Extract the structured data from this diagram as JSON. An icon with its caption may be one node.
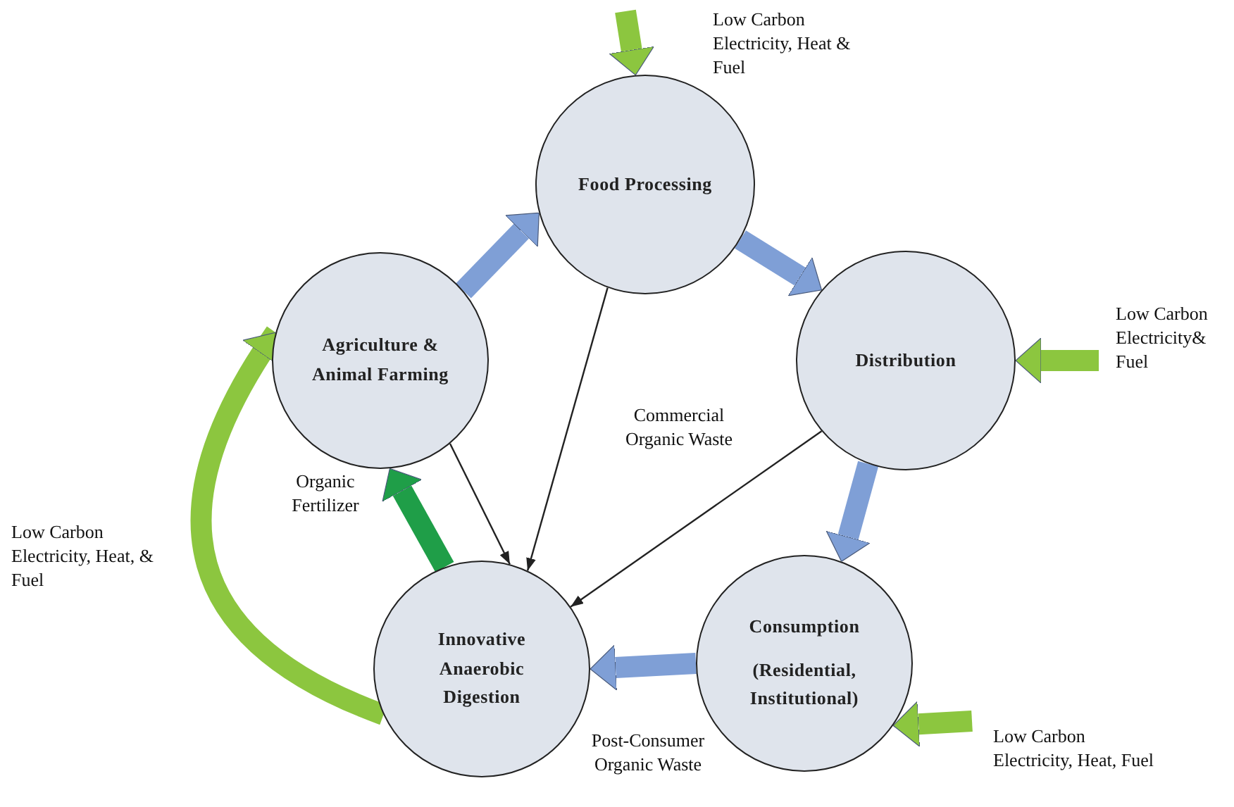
{
  "diagram": {
    "nodes": [
      {
        "text": [
          "Food Processing"
        ],
        "beside": [
          "Low Carbon Electricity, Heat & Fuel"
        ]
      },
      {
        "text": [
          "Agriculture & Animal Farming"
        ]
      },
      {
        "text": [
          "Distribution"
        ]
      },
      {
        "text": [
          "Innovative Anaerobic Digestion"
        ]
      },
      {
        "text": [
          "Consumption",
          "(Residential, Institutional)"
        ]
      }
    ],
    "edges": [
      {
        "from": 1,
        "to": 0,
        "arrow": "to",
        "color": "#7f9fd6"
      },
      {
        "from": 0,
        "to": 2,
        "arrow": "to",
        "color": "#7f9fd6"
      },
      {
        "from": 2,
        "to": 4,
        "arrow": "to",
        "color": "#7f9fd6"
      },
      {
        "from": 4,
        "to": 3,
        "arrow": "to",
        "color": "#7f9fd6"
      },
      {
        "from": 3,
        "to": 1,
        "arrow": "to",
        "color": "#1f9e48"
      },
      {
        "from": 0,
        "to": 3,
        "arrow": "to",
        "color": "#222222"
      },
      {
        "from": 1,
        "to": 3,
        "arrow": "to",
        "color": "#222222"
      },
      {
        "from": 2,
        "to": 3,
        "arrow": "to",
        "color": "#222222"
      },
      {
        "from": 3,
        "to": 1,
        "arrow": "to",
        "color": "#8cc63f"
      },
      {
        "from": null,
        "to": 0,
        "arrow": "to",
        "color": "#8cc63f"
      },
      {
        "from": null,
        "to": 2,
        "arrow": "to",
        "color": "#8cc63f"
      },
      {
        "from": null,
        "to": 4,
        "arrow": "to",
        "color": "#8cc63f"
      }
    ],
    "labels": [
      "Low Carbon Electricity& Fuel",
      "Commercial Organic Waste",
      "Organic Fertilizer",
      "Low Carbon Electricity, Heat, & Fuel",
      "Post-Consumer Organic Waste",
      "Low Carbon Electricity, Heat, Fuel"
    ]
  }
}
